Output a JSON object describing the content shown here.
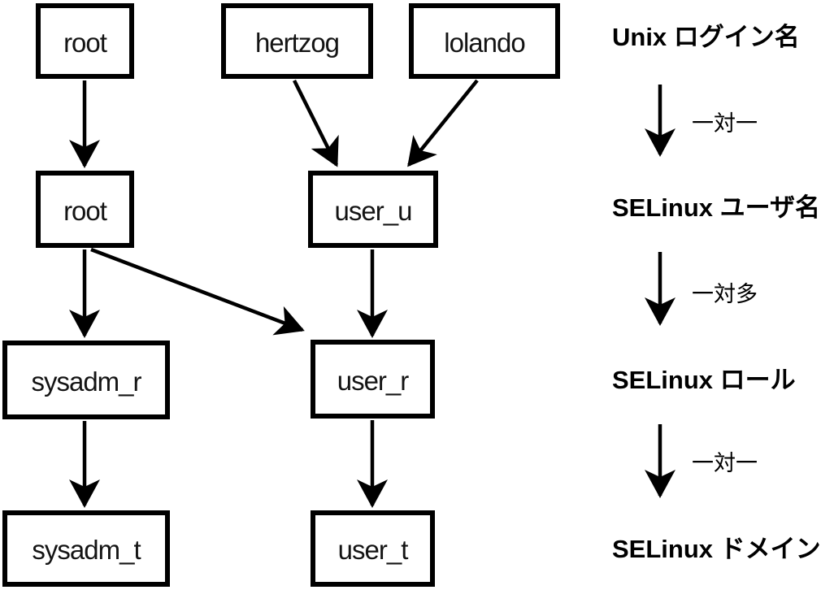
{
  "nodes": {
    "root_login": {
      "label": "root"
    },
    "hertzog_login": {
      "label": "hertzog"
    },
    "lolando_login": {
      "label": "lolando"
    },
    "root_selinux_user": {
      "label": "root"
    },
    "user_u": {
      "label": "user_u"
    },
    "sysadm_r": {
      "label": "sysadm_r"
    },
    "user_r": {
      "label": "user_r"
    },
    "sysadm_t": {
      "label": "sysadm_t"
    },
    "user_t": {
      "label": "user_t"
    }
  },
  "edges": [
    {
      "from": "root_login",
      "to": "root_selinux_user"
    },
    {
      "from": "hertzog_login",
      "to": "user_u"
    },
    {
      "from": "lolando_login",
      "to": "user_u"
    },
    {
      "from": "root_selinux_user",
      "to": "sysadm_r"
    },
    {
      "from": "root_selinux_user",
      "to": "user_r"
    },
    {
      "from": "user_u",
      "to": "user_r"
    },
    {
      "from": "sysadm_r",
      "to": "sysadm_t"
    },
    {
      "from": "user_r",
      "to": "user_t"
    }
  ],
  "legend": {
    "unix_login": "Unix ログイン名",
    "relation_login_to_user": "一対一",
    "selinux_user": "SELinux ユーザ名",
    "relation_user_to_role": "一対多",
    "selinux_role": "SELinux ロール",
    "relation_role_to_domain": "一対一",
    "selinux_domain": "SELinux ドメイン"
  },
  "colors": {
    "line": "#000000",
    "background": "#ffffff",
    "text": "#000000"
  }
}
